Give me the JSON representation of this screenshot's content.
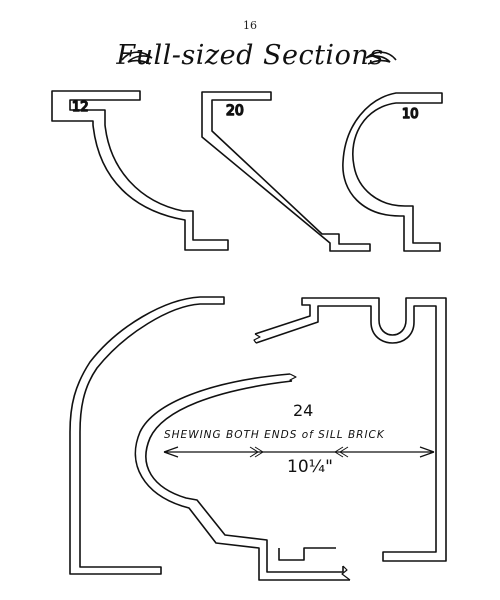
{
  "page": {
    "number": "16",
    "title": "Full-sized Sections"
  },
  "sections": [
    {
      "label": "12"
    },
    {
      "label": "20"
    },
    {
      "label": "10"
    },
    {
      "label": "24"
    }
  ],
  "sill_brick": {
    "caption": "SHEWING BOTH ENDS of SILL BRICK",
    "dimension": "10¼\""
  },
  "colors": {
    "ink": "#111111",
    "paper": "#ffffff"
  }
}
